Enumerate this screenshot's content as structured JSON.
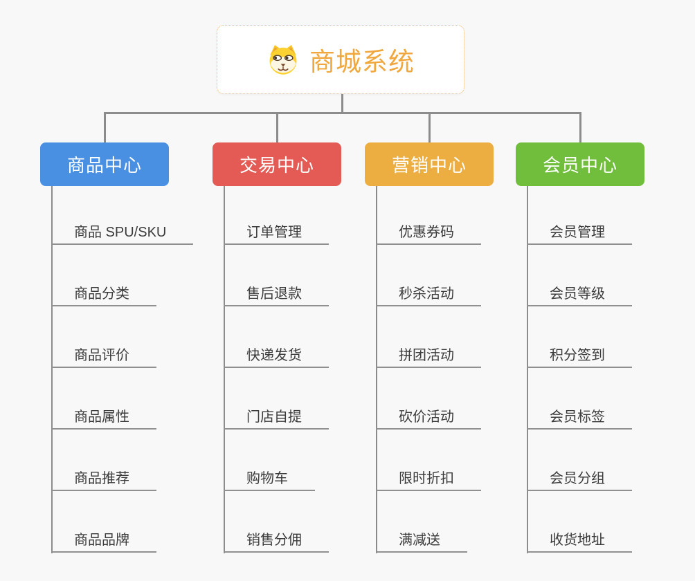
{
  "root": {
    "title": "商城系统",
    "icon": "dog-face-icon",
    "text_color": "#f0a73e",
    "border_color": "#f2b863"
  },
  "connector_color": "#8c8c8c",
  "background_color": "#f8f8f8",
  "branches": [
    {
      "label": "商品中心",
      "color": "#4a90e2",
      "children": [
        "商品 SPU/SKU",
        "商品分类",
        "商品评价",
        "商品属性",
        "商品推荐",
        "商品品牌"
      ]
    },
    {
      "label": "交易中心",
      "color": "#e45b55",
      "children": [
        "订单管理",
        "售后退款",
        "快递发货",
        "门店自提",
        "购物车",
        "销售分佣"
      ]
    },
    {
      "label": "营销中心",
      "color": "#ecae41",
      "children": [
        "优惠券码",
        "秒杀活动",
        "拼团活动",
        "砍价活动",
        "限时折扣",
        "满减送"
      ]
    },
    {
      "label": "会员中心",
      "color": "#71be3d",
      "children": [
        "会员管理",
        "会员等级",
        "积分签到",
        "会员标签",
        "会员分组",
        "收货地址"
      ]
    }
  ]
}
